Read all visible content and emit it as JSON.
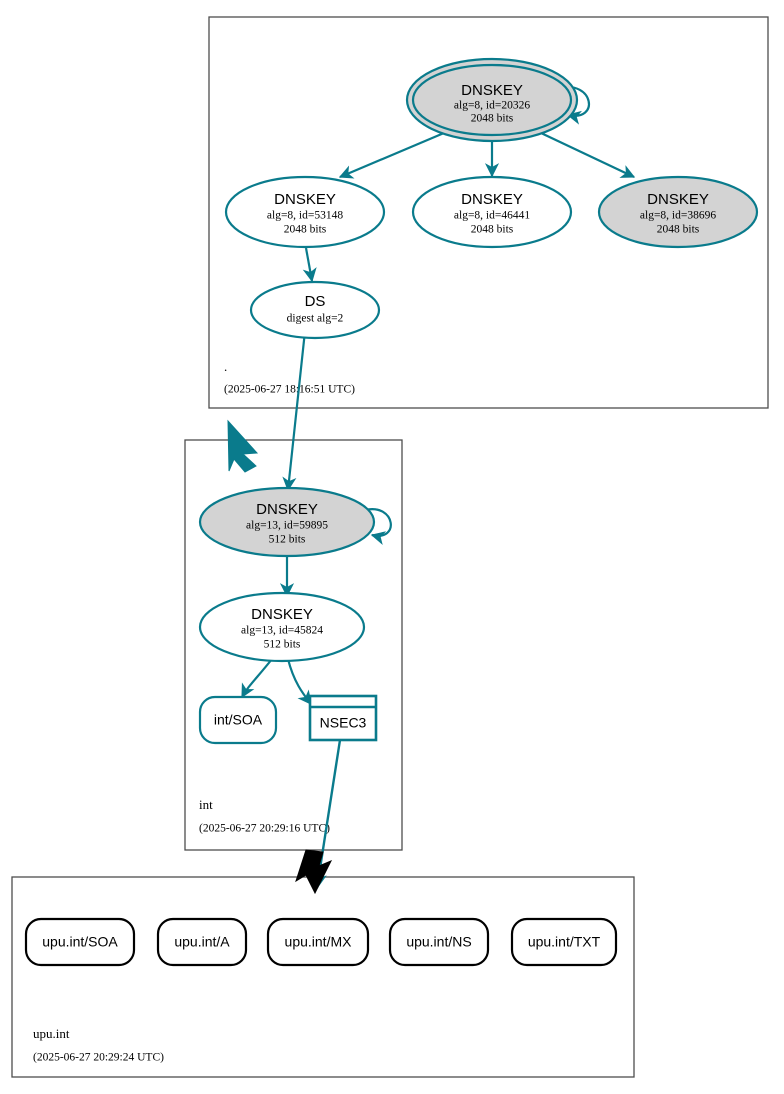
{
  "diagram": {
    "type": "dnssec-trust-chain",
    "colors": {
      "secure_edge": "#0a7b8c",
      "node_border_secure": "#0a7b8c",
      "node_fill_sep": "#d3d3d3",
      "node_fill_plain": "#ffffff",
      "insecure_border": "#000000",
      "zone_border": "#000000",
      "background": "#ffffff"
    },
    "zones": [
      {
        "id": "root",
        "name": ".",
        "timestamp": "(2025-06-27 18:16:51 UTC)",
        "nodes": [
          {
            "id": "root-ksk",
            "kind": "DNSKEY",
            "title": "DNSKEY",
            "line2": "alg=8, id=20326",
            "line3": "2048 bits",
            "sep": true,
            "filled": true,
            "self_signed": true
          },
          {
            "id": "root-zsk-53148",
            "kind": "DNSKEY",
            "title": "DNSKEY",
            "line2": "alg=8, id=53148",
            "line3": "2048 bits",
            "sep": false,
            "filled": false,
            "self_signed": false
          },
          {
            "id": "root-zsk-46441",
            "kind": "DNSKEY",
            "title": "DNSKEY",
            "line2": "alg=8, id=46441",
            "line3": "2048 bits",
            "sep": false,
            "filled": false,
            "self_signed": false
          },
          {
            "id": "root-zsk-38696",
            "kind": "DNSKEY",
            "title": "DNSKEY",
            "line2": "alg=8, id=38696",
            "line3": "2048 bits",
            "sep": false,
            "filled": true,
            "self_signed": false
          },
          {
            "id": "root-ds",
            "kind": "DS",
            "title": "DS",
            "line2": "digest alg=2",
            "line3": "",
            "sep": false,
            "filled": false,
            "self_signed": false
          }
        ]
      },
      {
        "id": "int",
        "name": "int",
        "timestamp": "(2025-06-27 20:29:16 UTC)",
        "nodes": [
          {
            "id": "int-ksk",
            "kind": "DNSKEY",
            "title": "DNSKEY",
            "line2": "alg=13, id=59895",
            "line3": "512 bits",
            "sep": false,
            "filled": true,
            "self_signed": true
          },
          {
            "id": "int-zsk",
            "kind": "DNSKEY",
            "title": "DNSKEY",
            "line2": "alg=13, id=45824",
            "line3": "512 bits",
            "sep": false,
            "filled": false,
            "self_signed": false
          },
          {
            "id": "int-soa",
            "kind": "RRset",
            "title": "int/SOA",
            "line2": "",
            "line3": "",
            "sep": false,
            "filled": false,
            "self_signed": false
          },
          {
            "id": "int-nsec3",
            "kind": "NSEC3",
            "title": "NSEC3",
            "line2": "",
            "line3": "",
            "sep": false,
            "filled": false,
            "self_signed": false
          }
        ]
      },
      {
        "id": "upu-int",
        "name": "upu.int",
        "timestamp": "(2025-06-27 20:29:24 UTC)",
        "nodes": [
          {
            "id": "upu-soa",
            "kind": "RRset",
            "title": "upu.int/SOA",
            "line2": "",
            "line3": "",
            "sep": false,
            "filled": false,
            "self_signed": false
          },
          {
            "id": "upu-a",
            "kind": "RRset",
            "title": "upu.int/A",
            "line2": "",
            "line3": "",
            "sep": false,
            "filled": false,
            "self_signed": false
          },
          {
            "id": "upu-mx",
            "kind": "RRset",
            "title": "upu.int/MX",
            "line2": "",
            "line3": "",
            "sep": false,
            "filled": false,
            "self_signed": false
          },
          {
            "id": "upu-ns",
            "kind": "RRset",
            "title": "upu.int/NS",
            "line2": "",
            "line3": "",
            "sep": false,
            "filled": false,
            "self_signed": false
          },
          {
            "id": "upu-txt",
            "kind": "RRset",
            "title": "upu.int/TXT",
            "line2": "",
            "line3": "",
            "sep": false,
            "filled": false,
            "self_signed": false
          }
        ]
      }
    ]
  }
}
